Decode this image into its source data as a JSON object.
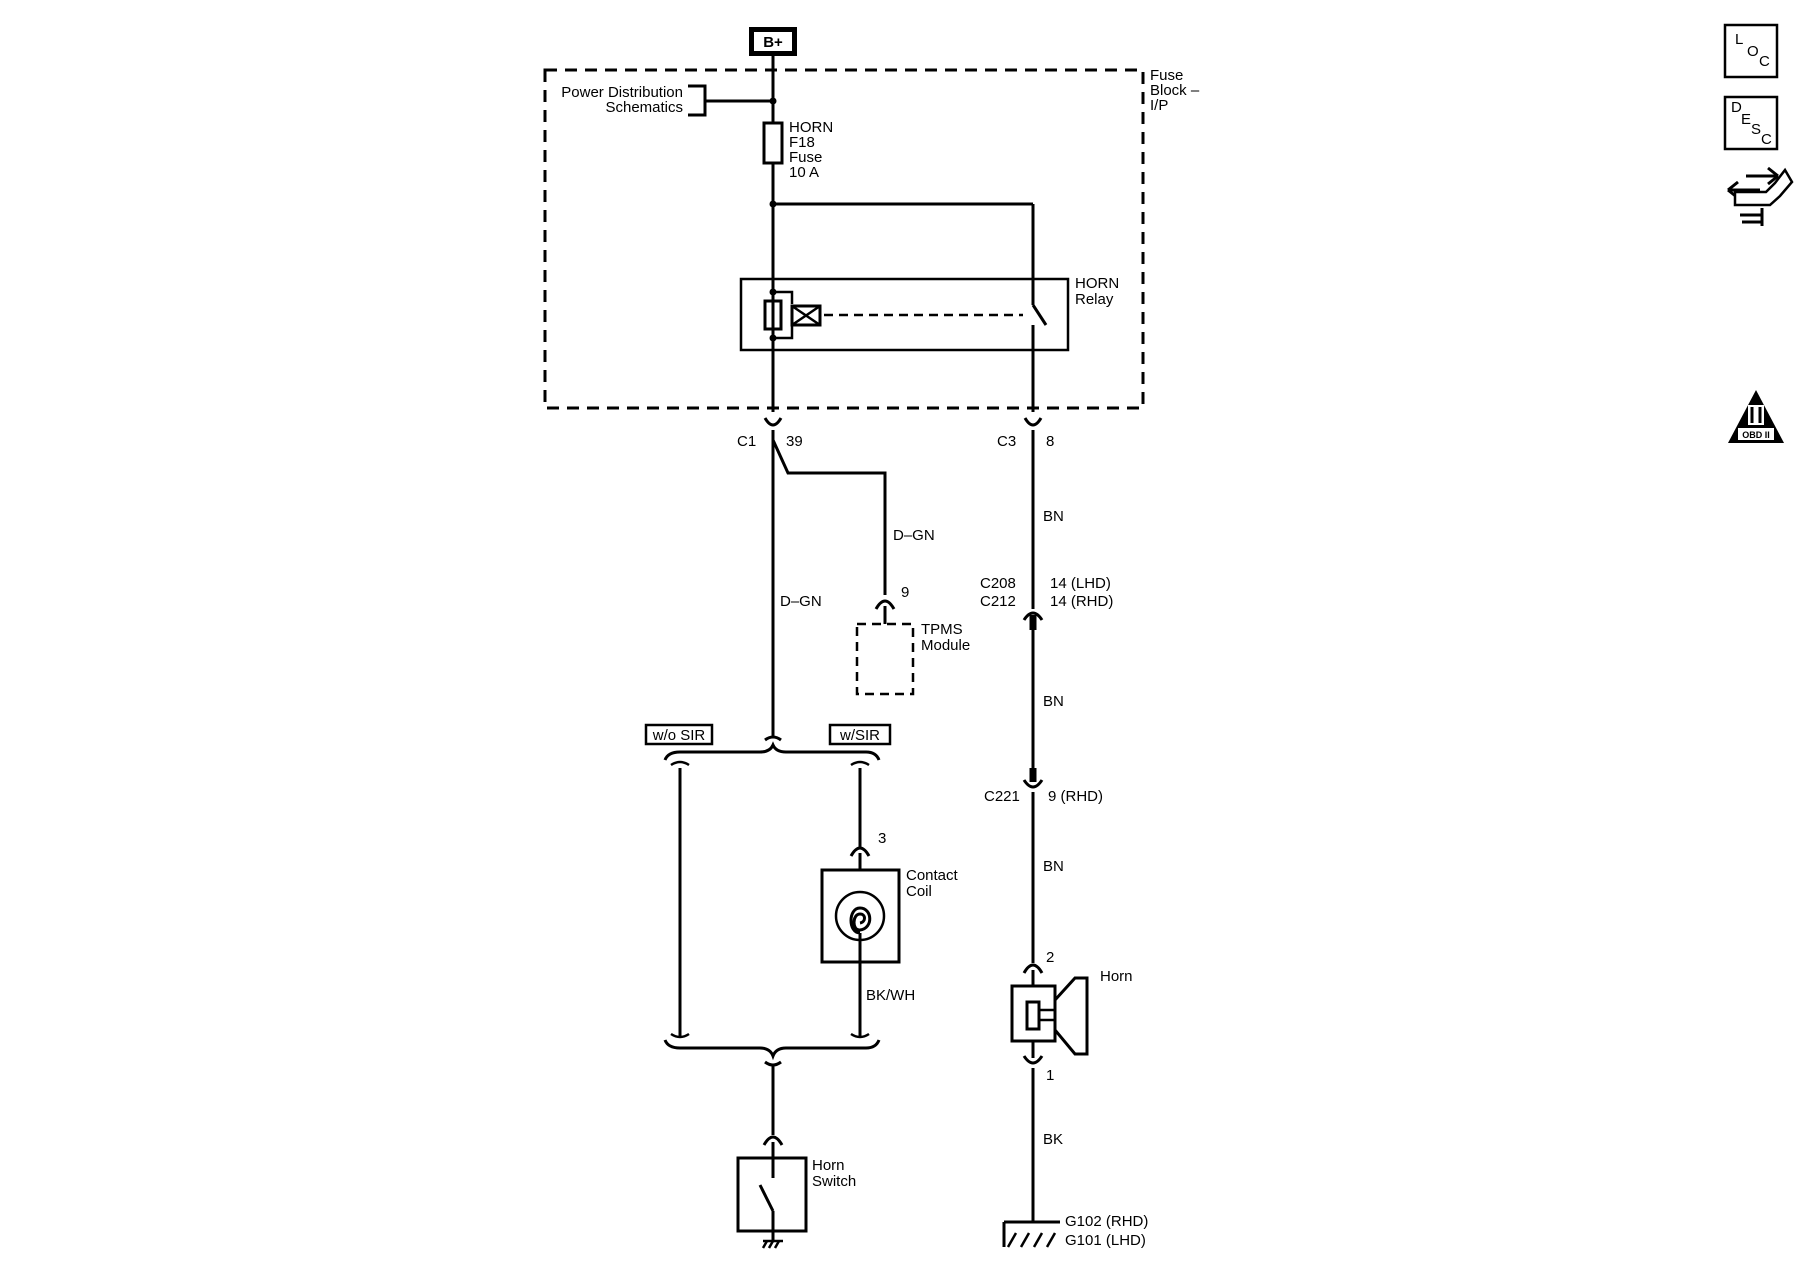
{
  "power": {
    "label": "B+"
  },
  "fuse_block": {
    "label_1": "Fuse",
    "label_2": "Block –",
    "label_3": "I/P"
  },
  "power_distribution": {
    "line1": "Power Distribution",
    "line2": "Schematics"
  },
  "fuse": {
    "line1": "HORN",
    "line2": "F18",
    "line3": "Fuse",
    "line4": "10 A"
  },
  "relay": {
    "line1": "HORN",
    "line2": "Relay"
  },
  "connectors": {
    "c1": "C1",
    "c1_pin": "39",
    "c3": "C3",
    "c3_pin": "8",
    "tpms_pin": "9",
    "c208": "C208",
    "c212": "C212",
    "c208_pin": "14 (LHD)",
    "c212_pin": "14 (RHD)",
    "c221": "C221",
    "c221_pin": "9 (RHD)",
    "coil_pin": "3",
    "horn_pin_top": "2",
    "horn_pin_bottom": "1"
  },
  "wires": {
    "dgn_tpms": "D–GN",
    "dgn_main": "D–GN",
    "bn_1": "BN",
    "bn_2": "BN",
    "bn_3": "BN",
    "bkwh": "BK/WH",
    "bk": "BK"
  },
  "tpms": {
    "line1": "TPMS",
    "line2": "Module"
  },
  "options": {
    "wo_sir": "w/o SIR",
    "w_sir": "w/SIR"
  },
  "contact_coil": {
    "line1": "Contact",
    "line2": "Coil"
  },
  "horn": {
    "label": "Horn"
  },
  "horn_switch": {
    "line1": "Horn",
    "line2": "Switch"
  },
  "ground": {
    "line1": "G102 (RHD)",
    "line2": "G101 (LHD)"
  },
  "side_icons": {
    "loc": {
      "a": "L",
      "b": "O",
      "c": "C"
    },
    "desc": {
      "a": "D",
      "b": "E",
      "c": "S",
      "d": "C"
    },
    "obd": "OBD II"
  }
}
